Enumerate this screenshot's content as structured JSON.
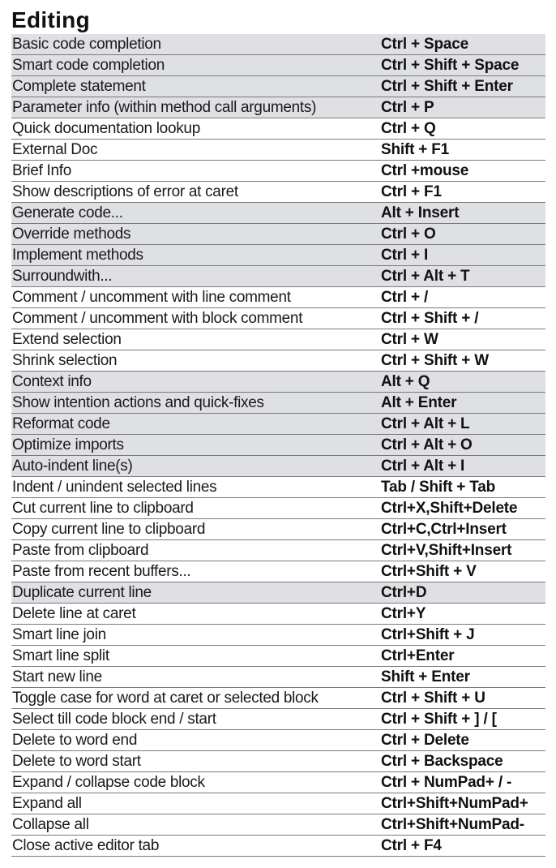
{
  "section": {
    "title": "Editing"
  },
  "rows": [
    {
      "action": "Basic code completion",
      "keys": "Ctrl + Space",
      "shaded": true
    },
    {
      "action": "Smart code completion",
      "keys": "Ctrl + Shift + Space",
      "shaded": true
    },
    {
      "action": "Complete statement",
      "keys": "Ctrl + Shift + Enter",
      "shaded": true
    },
    {
      "action": "Parameter info (within method call arguments)",
      "keys": "Ctrl + P",
      "shaded": true
    },
    {
      "action": "Quick documentation lookup",
      "keys": "Ctrl + Q",
      "shaded": false
    },
    {
      "action": "External Doc",
      "keys": "Shift + F1",
      "shaded": false
    },
    {
      "action": "Brief Info",
      "keys": "Ctrl +mouse",
      "shaded": false
    },
    {
      "action": "Show descriptions of error at caret",
      "keys": "Ctrl + F1",
      "shaded": false
    },
    {
      "action": "Generate code...",
      "keys": "Alt + Insert",
      "shaded": true
    },
    {
      "action": "Override methods",
      "keys": "Ctrl + O",
      "shaded": true
    },
    {
      "action": "Implement methods",
      "keys": "Ctrl + I",
      "shaded": true
    },
    {
      "action": "Surroundwith...",
      "keys": "Ctrl + Alt + T",
      "shaded": true
    },
    {
      "action": "Comment / uncomment with line comment",
      "keys": "Ctrl + /",
      "shaded": false
    },
    {
      "action": "Comment / uncomment with block comment",
      "keys": "Ctrl + Shift + /",
      "shaded": false
    },
    {
      "action": "Extend selection",
      "keys": "Ctrl + W",
      "shaded": false
    },
    {
      "action": "Shrink selection",
      "keys": "Ctrl + Shift + W",
      "shaded": false
    },
    {
      "action": "Context info",
      "keys": "Alt + Q",
      "shaded": true
    },
    {
      "action": "Show intention actions and quick-fixes",
      "keys": "Alt + Enter",
      "shaded": true
    },
    {
      "action": "Reformat code",
      "keys": "Ctrl + Alt + L",
      "shaded": true
    },
    {
      "action": "Optimize imports",
      "keys": "Ctrl + Alt + O",
      "shaded": true
    },
    {
      "action": "Auto-indent line(s)",
      "keys": "Ctrl + Alt + I",
      "shaded": true
    },
    {
      "action": "Indent / unindent selected lines",
      "keys": "Tab / Shift + Tab",
      "shaded": false
    },
    {
      "action": "Cut current line to clipboard",
      "keys": "Ctrl+X,Shift+Delete",
      "shaded": false
    },
    {
      "action": "Copy current line to clipboard",
      "keys": "Ctrl+C,Ctrl+Insert",
      "shaded": false
    },
    {
      "action": "Paste from clipboard",
      "keys": "Ctrl+V,Shift+Insert",
      "shaded": false
    },
    {
      "action": "Paste from recent buffers...",
      "keys": "Ctrl+Shift + V",
      "shaded": false
    },
    {
      "action": "Duplicate current line",
      "keys": "Ctrl+D",
      "shaded": true
    },
    {
      "action": "Delete line at caret",
      "keys": "Ctrl+Y",
      "shaded": false
    },
    {
      "action": "Smart line join",
      "keys": "Ctrl+Shift + J",
      "shaded": false
    },
    {
      "action": "Smart line split",
      "keys": "Ctrl+Enter",
      "shaded": false
    },
    {
      "action": "Start new line",
      "keys": "Shift + Enter",
      "shaded": false
    },
    {
      "action": "Toggle case for word at caret or selected block",
      "keys": "Ctrl + Shift + U",
      "shaded": false
    },
    {
      "action": "Select till code block end / start",
      "keys": "Ctrl + Shift + ] / [",
      "shaded": false
    },
    {
      "action": "Delete to word end",
      "keys": "Ctrl + Delete",
      "shaded": false
    },
    {
      "action": "Delete to word start",
      "keys": "Ctrl + Backspace",
      "shaded": false
    },
    {
      "action": "Expand / collapse code block",
      "keys": "Ctrl + NumPad+ / -",
      "shaded": false
    },
    {
      "action": "Expand all",
      "keys": "Ctrl+Shift+NumPad+",
      "shaded": false
    },
    {
      "action": "Collapse all",
      "keys": "Ctrl+Shift+NumPad-",
      "shaded": false
    },
    {
      "action": "Close active editor tab",
      "keys": "Ctrl + F4",
      "shaded": false
    }
  ]
}
